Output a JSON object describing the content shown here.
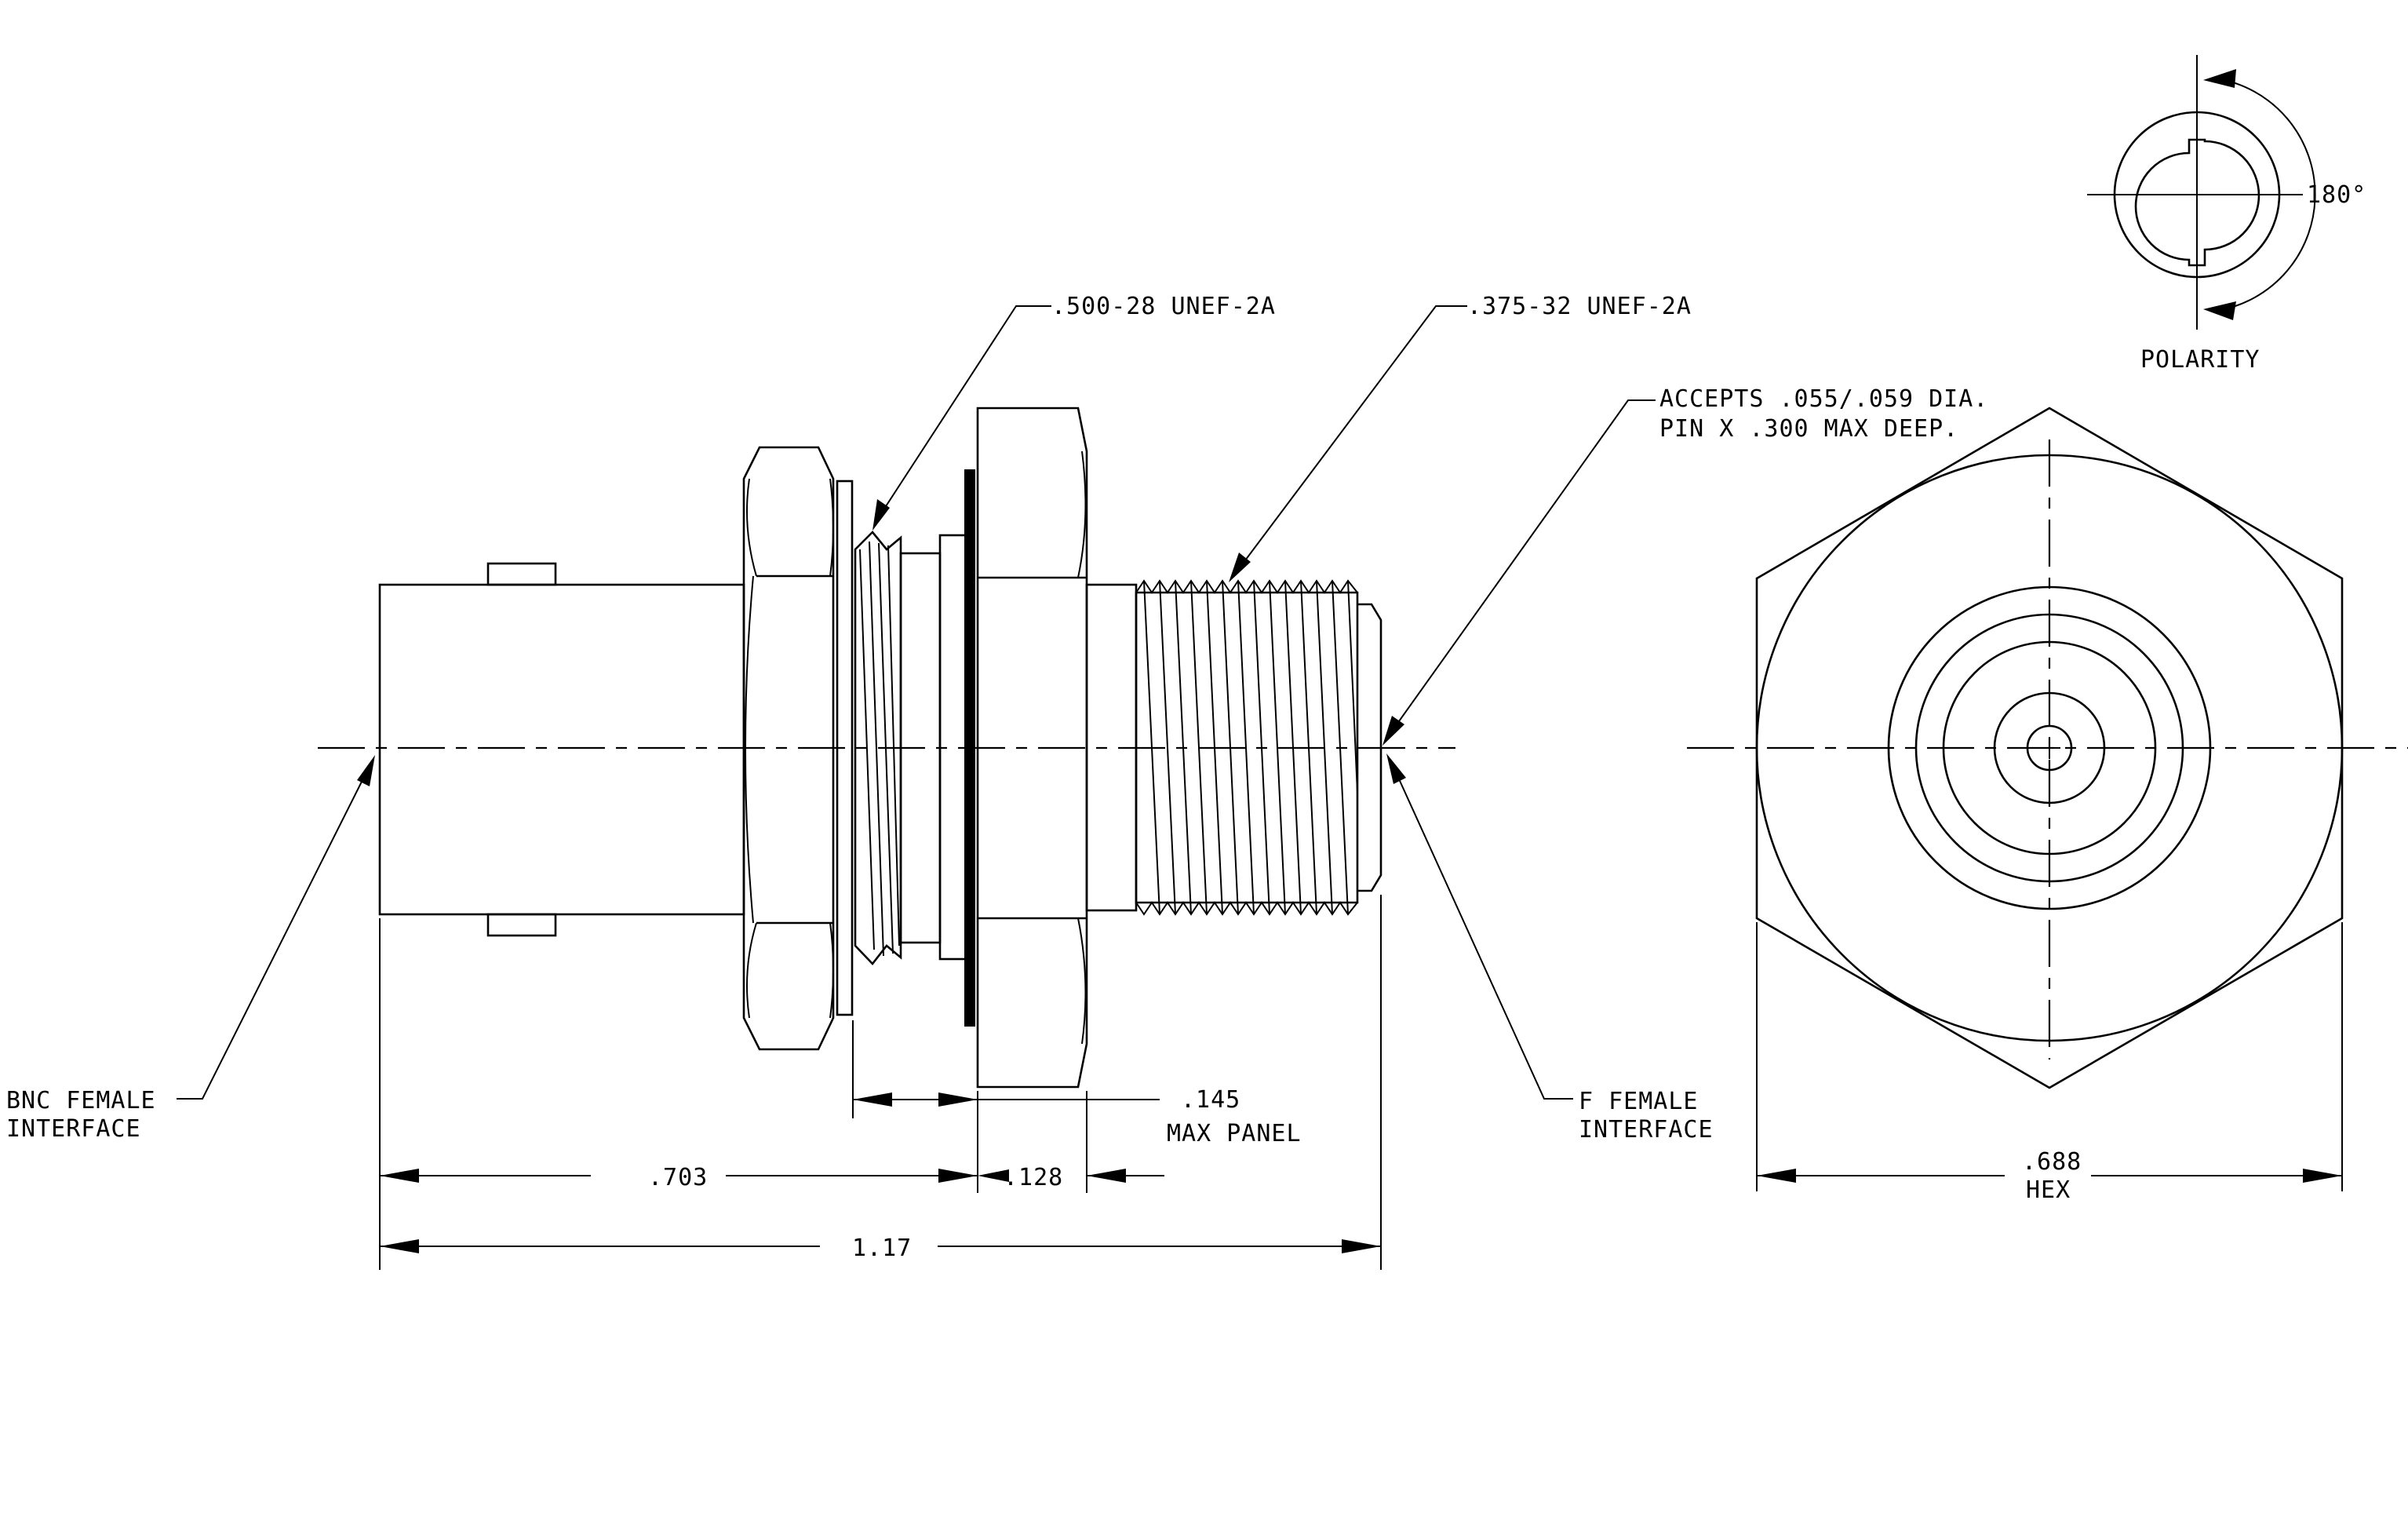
{
  "labels": {
    "thread_large": ".500-28 UNEF-2A",
    "thread_small": ".375-32 UNEF-2A",
    "accepts_line1": "ACCEPTS .055/.059 DIA.",
    "accepts_line2": "PIN X .300 MAX DEEP.",
    "bnc_line1": "BNC FEMALE",
    "bnc_line2": "INTERFACE",
    "f_line1": "F FEMALE",
    "f_line2": "INTERFACE",
    "max_panel_value": ".145",
    "max_panel_text": "MAX PANEL",
    "dim_703": ".703",
    "dim_128": ".128",
    "dim_117": "1.17",
    "hex_value": ".688",
    "hex_text": "HEX",
    "polarity": "POLARITY",
    "angle": "180°"
  }
}
